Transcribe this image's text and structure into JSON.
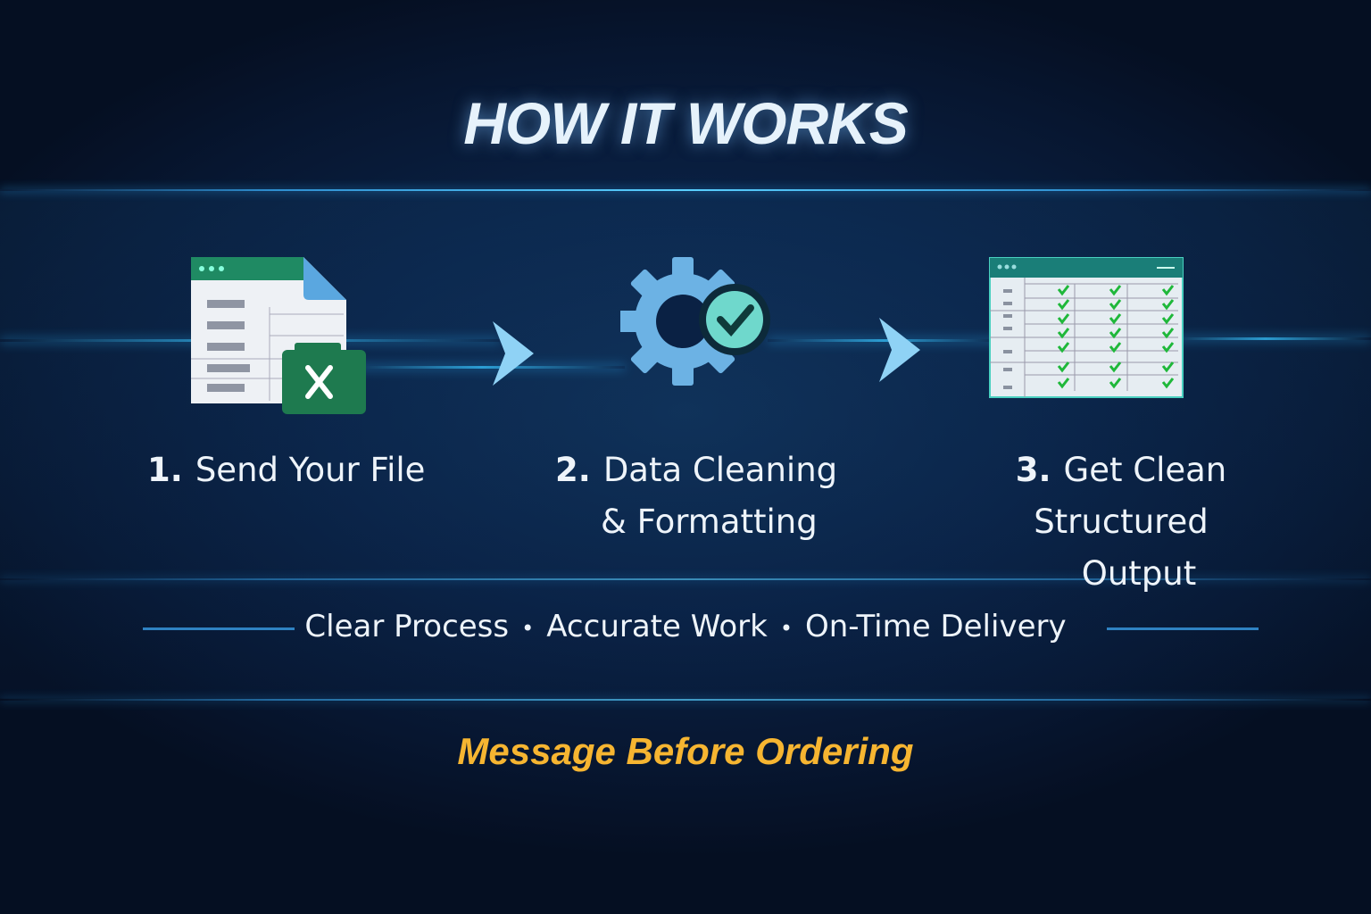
{
  "title": "HOW IT WORKS",
  "steps": [
    {
      "number": "1.",
      "label": "Send Your File",
      "icon": "excel-file-icon"
    },
    {
      "number": "2.",
      "label_line1": "Data Cleaning",
      "label_line2": "& Formatting",
      "icon": "gear-check-icon"
    },
    {
      "number": "3.",
      "label_line1": "Get Clean Structured",
      "label_line2": "Output",
      "icon": "clean-spreadsheet-icon"
    }
  ],
  "tagline": {
    "items": [
      "Clear Process",
      "Accurate Work",
      "On-Time Delivery"
    ],
    "separator": "•"
  },
  "cta": "Message Before Ordering",
  "colors": {
    "accent": "#f6b531",
    "background": "#0a2144",
    "glow": "#37c4ff",
    "excel_green": "#1e7a4f"
  }
}
